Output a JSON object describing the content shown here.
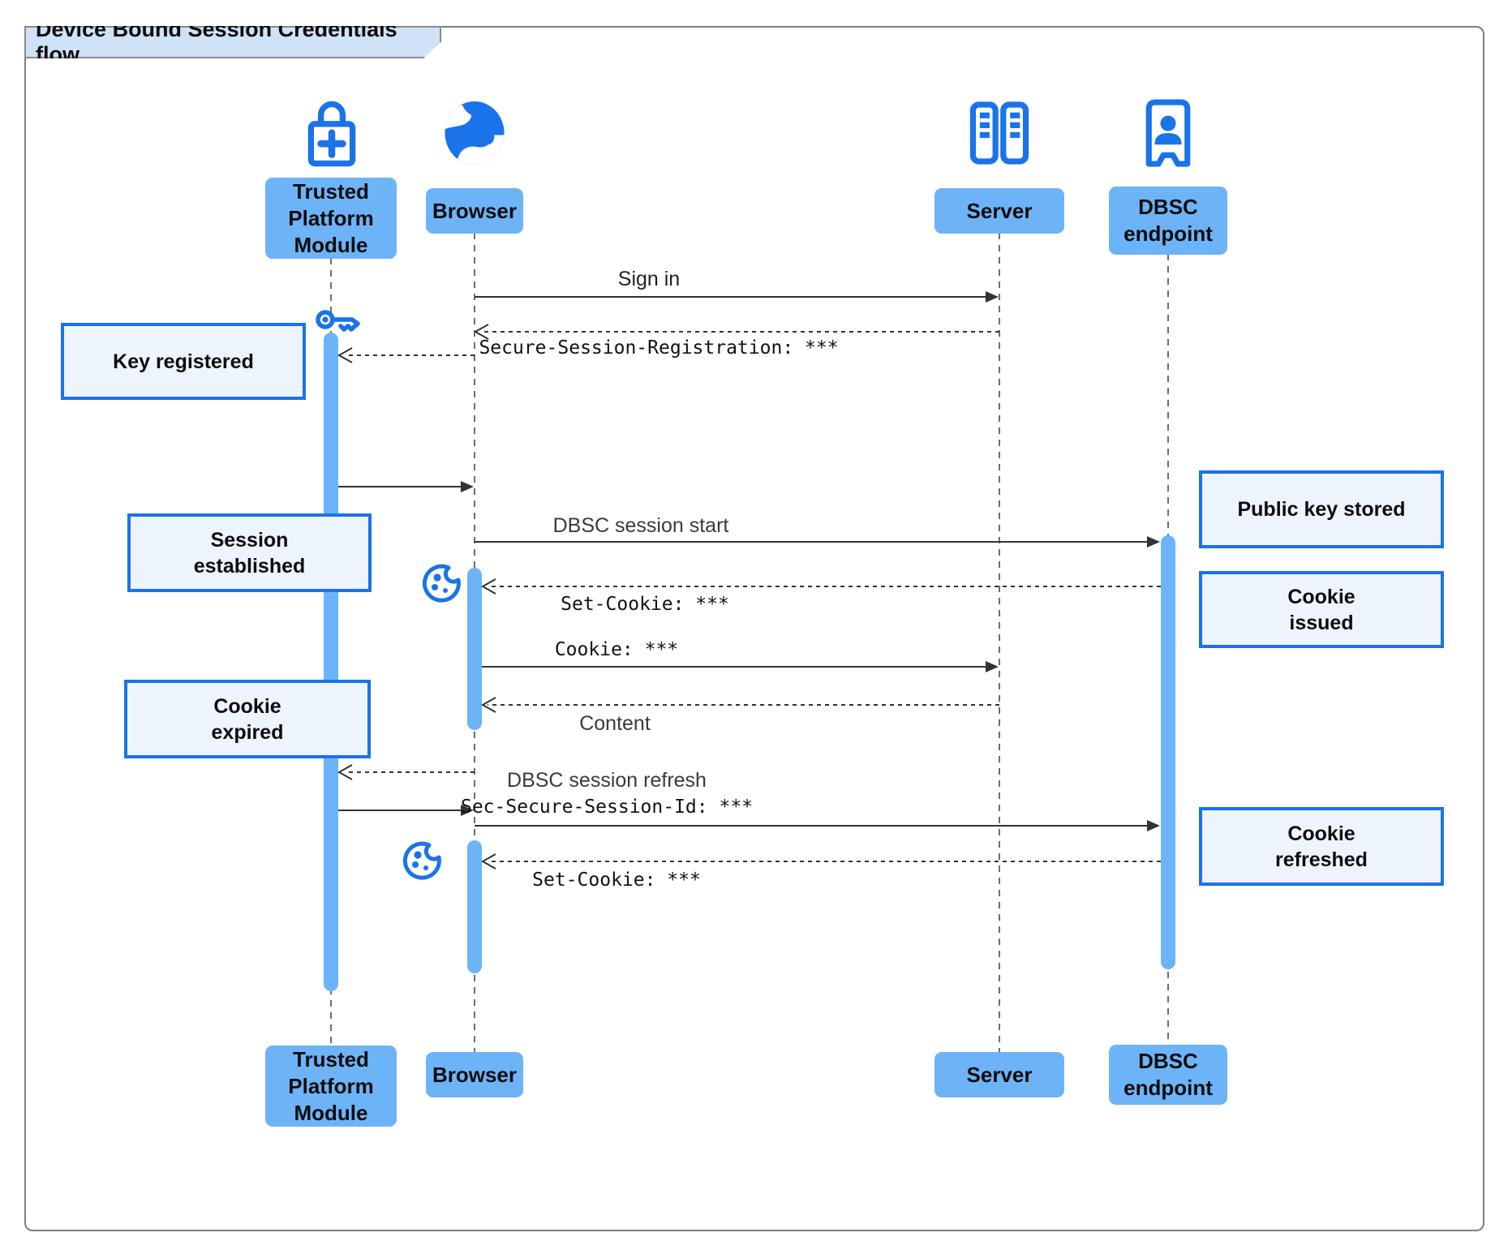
{
  "title": "Device Bound Session Credentials flow",
  "actors": {
    "tpm": {
      "label": "Trusted\nPlatform\nModule",
      "icon": "lock-plus-icon"
    },
    "browser": {
      "label": "Browser",
      "icon": "globe-icon"
    },
    "server": {
      "label": "Server",
      "icon": "server-rack-icon"
    },
    "dbsc": {
      "label": "DBSC\nendpoint",
      "icon": "kiosk-person-icon"
    }
  },
  "notes": {
    "key_registered": "Key registered",
    "session_established": "Session\nestablished",
    "cookie_expired": "Cookie\nexpired",
    "public_key_stored": "Public key stored",
    "cookie_issued": "Cookie\nissued",
    "cookie_refreshed": "Cookie\nrefreshed"
  },
  "messages": {
    "sign_in": "Sign in",
    "secure_session_registration": "Secure-Session-Registration: ***",
    "dbsc_session_start": "DBSC session start",
    "set_cookie_1": "Set-Cookie: ***",
    "cookie": "Cookie: ***",
    "content": "Content",
    "dbsc_session_refresh": "DBSC session refresh",
    "sec_secure_session_id": "Sec-Secure-Session-Id: ***",
    "set_cookie_2": "Set-Cookie: ***"
  },
  "decorations": {
    "key_icon": "key-icon",
    "cookie_icon_1": "cookie-icon",
    "cookie_icon_2": "cookie-icon"
  },
  "colors": {
    "accent_blue": "#1a73e8",
    "light_blue_fill": "#6db3f8",
    "note_fill": "#edf4fd",
    "note_border": "#1a73e8",
    "title_tab_fill": "#cfe2f8",
    "frame_border": "#7f7f7f",
    "line_color": "#333333"
  }
}
